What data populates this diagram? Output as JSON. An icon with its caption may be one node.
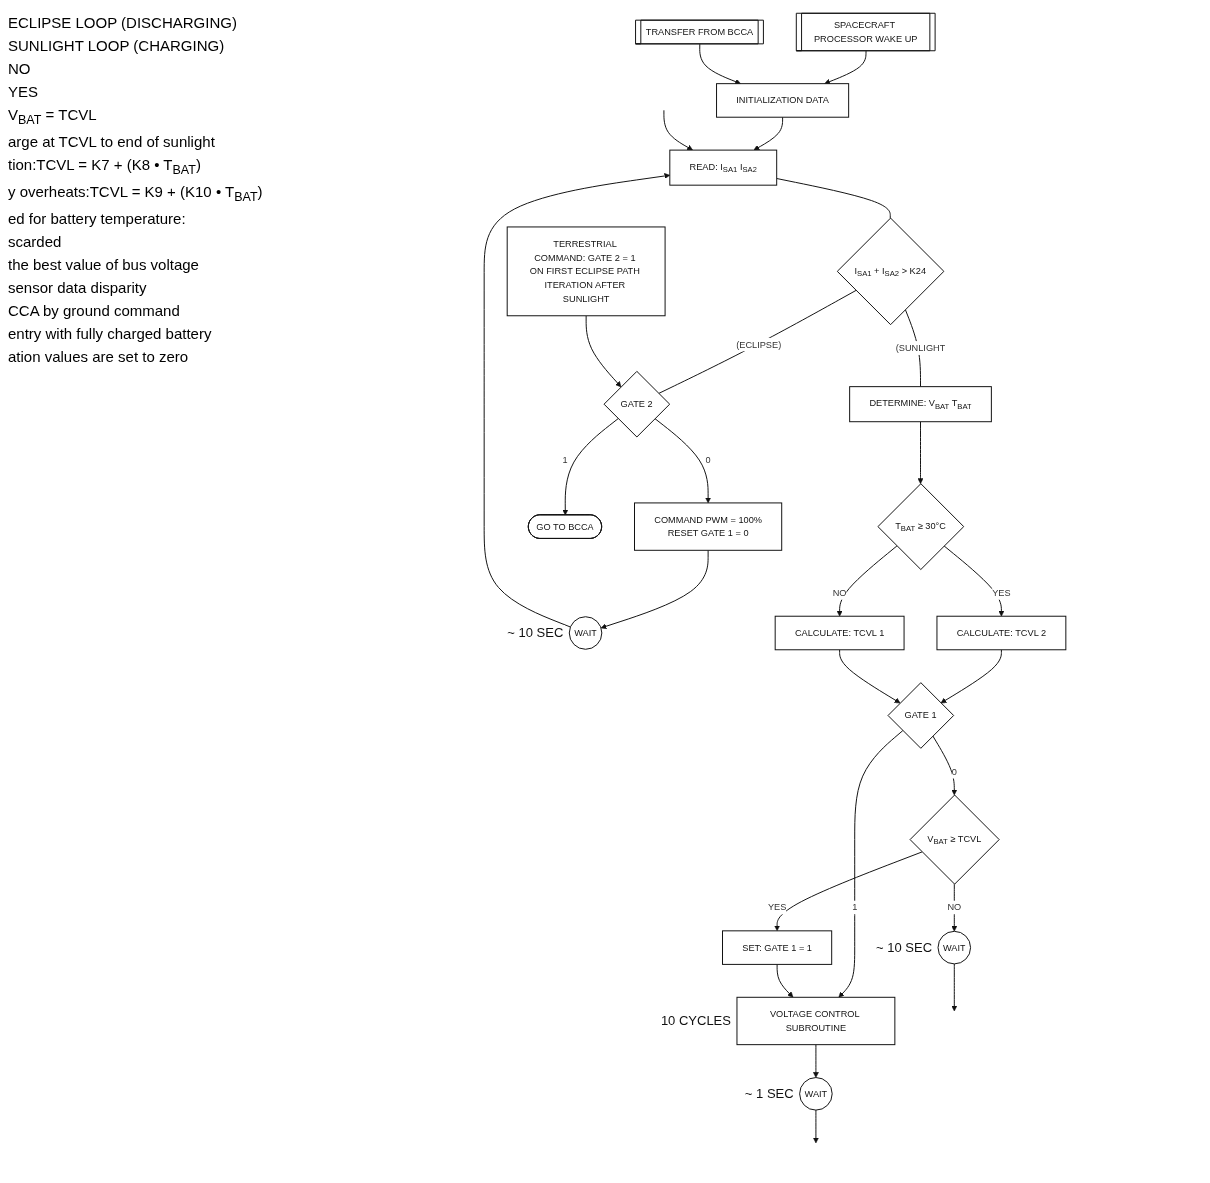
{
  "diagram": {
    "nodes": [
      {
        "text": [
          "SPACECRAFT PROCESSOR WAKE UP"
        ]
      },
      {
        "text": [
          "INITIALIZATION DATA"
        ]
      },
      {
        "text": [
          "TRANSFER FROM BCCA"
        ]
      },
      {
        "text": [
          "WAIT"
        ],
        "beside": [
          "~ 10 SEC"
        ]
      },
      {
        "text": [
          "READ: I$_{SA1}$ I$_{SA2}$"
        ]
      },
      {
        "text": [
          "COMMAND PWM = 100%",
          "RESET GATE 1 = 0"
        ]
      },
      {
        "text": [
          "TERRESTRIAL COMMAND: GATE 2 = 1 ON FIRST ECLIPSE PATH ITERATION AFTER SUNLIGHT"
        ]
      },
      {
        "text": [
          "GATE 2"
        ]
      },
      {
        "text": [
          "I$_{SA1}$ + I$_{SA2}$ > K24"
        ]
      },
      {
        "text": [
          "DETERMINE: V$_{BAT}$ T$_{BAT}$"
        ]
      },
      {
        "text": [
          "GO TO BCCA"
        ]
      },
      {
        "text": [
          "T$_{BAT}$ ≥ 30°C"
        ]
      },
      {
        "text": [
          "CALCULATE: TCVL 2"
        ]
      },
      {
        "text": [
          "CALCULATE: TCVL 1"
        ]
      },
      {
        "text": [
          "GATE 1"
        ]
      },
      {
        "text": [
          "VOLTAGE CONTROL SUBROUTINE"
        ],
        "beside": [
          "10 CYCLES"
        ]
      },
      {
        "text": [
          "SET: GATE 1 = 1"
        ]
      },
      {
        "text": [
          "V$_{BAT}$ ≥ TCVL"
        ]
      },
      {
        "text": [
          "WAIT"
        ],
        "beside": [
          "~ 10 SEC"
        ]
      },
      {
        "text": [
          "WAIT"
        ],
        "beside": [
          "~ 1 SEC"
        ]
      }
    ],
    "edges": [
      {
        "from": 0,
        "to": 1,
        "arrow": "to"
      },
      {
        "from": 2,
        "to": 1,
        "arrow": "to"
      },
      {
        "from": 1,
        "to": 4,
        "arrow": "to"
      },
      {
        "from": 3,
        "to": 4,
        "arrow": "to"
      },
      {
        "from": null,
        "to": 4,
        "arrow": "to"
      },
      {
        "from": 4,
        "to": 8,
        "arrow": "none"
      },
      {
        "from": 8,
        "to": 7,
        "arrow": "none",
        "label": "(ECLIPSE)"
      },
      {
        "from": 8,
        "to": 9,
        "arrow": "none",
        "label": "(SUNLIGHT"
      },
      {
        "from": 6,
        "to": 7,
        "arrow": "to"
      },
      {
        "from": 7,
        "to": 5,
        "arrow": "to",
        "label": "0"
      },
      {
        "from": 5,
        "to": 3,
        "arrow": "to"
      },
      {
        "from": 7,
        "to": 10,
        "arrow": "to",
        "label": "1"
      },
      {
        "from": 9,
        "to": 11,
        "arrow": "to"
      },
      {
        "from": 11,
        "to": 12,
        "arrow": "to",
        "label": "YES"
      },
      {
        "from": 11,
        "to": 13,
        "arrow": "to",
        "label": "NO"
      },
      {
        "from": 12,
        "to": 14,
        "arrow": "to"
      },
      {
        "from": 13,
        "to": 14,
        "arrow": "to"
      },
      {
        "from": 14,
        "to": 15,
        "arrow": "to",
        "label": "1"
      },
      {
        "from": 14,
        "to": 17,
        "arrow": "to",
        "label": "0"
      },
      {
        "from": 17,
        "to": 16,
        "arrow": "to",
        "label": "YES"
      },
      {
        "from": 16,
        "to": 15,
        "arrow": "to"
      },
      {
        "from": 17,
        "to": 18,
        "arrow": "to",
        "label": "NO"
      },
      {
        "from": 18,
        "to": null,
        "arrow": "to"
      },
      {
        "from": 15,
        "to": 19,
        "arrow": "to"
      },
      {
        "from": 19,
        "to": null,
        "arrow": "to"
      }
    ],
    "labels": [
      "ECLIPSE LOOP (DISCHARGING)",
      "SUNLIGHT LOOP (CHARGING)",
      "NO",
      "YES",
      "V$_{BAT}$ = TCVL",
      "arge at TCVL to end of sunlight",
      "tion:TCVL = K7 + (K8 • T$_{BAT}$)",
      "y overheats:TCVL = K9 + (K10 • T$_{BAT}$)",
      "ed for battery temperature:",
      "scarded",
      "the best value of bus voltage",
      "sensor data disparity",
      "CCA by ground command",
      "entry with fully charged battery",
      "ation values are set to zero"
    ]
  }
}
